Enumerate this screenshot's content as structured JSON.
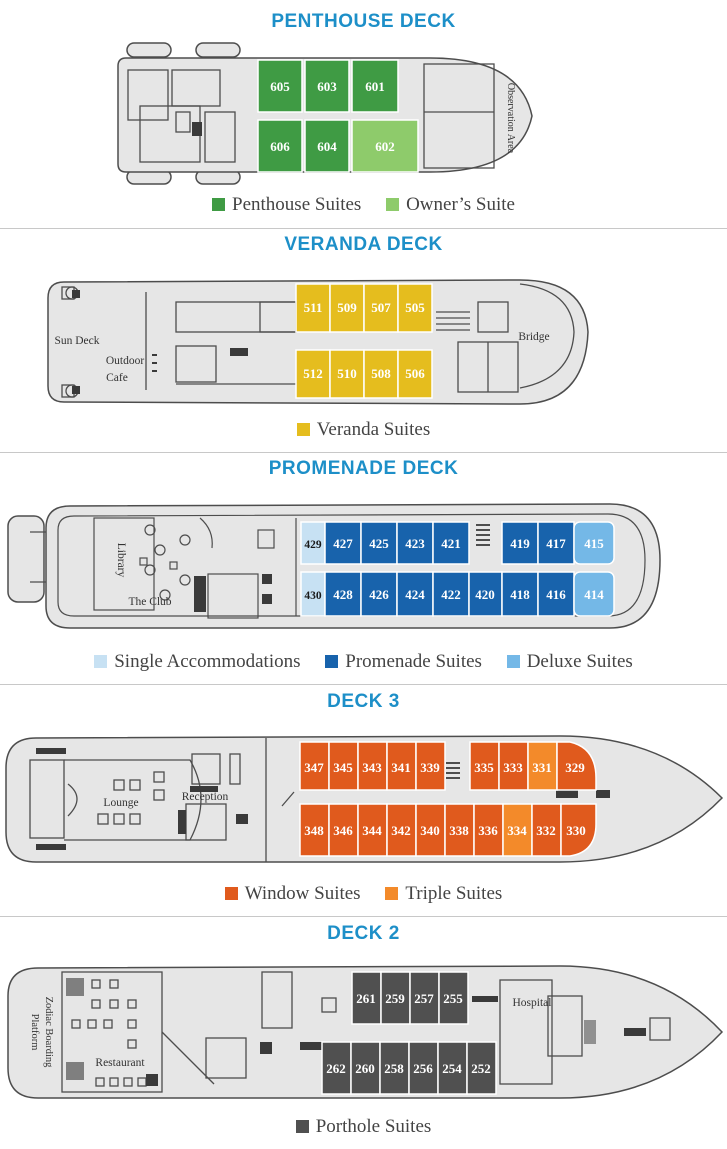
{
  "colors": {
    "title": "#1d8fc8",
    "penthouse": "#3f9b44",
    "owner": "#8ecb6b",
    "veranda": "#e5bd1e",
    "single": "#c7e1f3",
    "promenade": "#1863ac",
    "deluxe": "#74b8e7",
    "window": "#e05a1d",
    "triple": "#f38a2a",
    "porthole": "#505050",
    "hull": "#e6e6e6",
    "line": "#4d4d4d"
  },
  "decks": [
    {
      "title": "PENTHOUSE DECK",
      "rooms": [
        "Observation Area"
      ],
      "cabins": [
        {
          "num": "605",
          "type": "penthouse"
        },
        {
          "num": "603",
          "type": "penthouse"
        },
        {
          "num": "601",
          "type": "penthouse"
        },
        {
          "num": "606",
          "type": "penthouse"
        },
        {
          "num": "604",
          "type": "penthouse"
        },
        {
          "num": "602",
          "type": "owner"
        }
      ],
      "legend": [
        {
          "label": "Penthouse Suites",
          "type": "penthouse"
        },
        {
          "label": "Owner’s Suite",
          "type": "owner"
        }
      ]
    },
    {
      "title": "VERANDA DECK",
      "rooms": [
        "Sun Deck",
        "Outdoor",
        "Cafe",
        "Bridge"
      ],
      "cabins": [
        {
          "num": "511",
          "type": "veranda"
        },
        {
          "num": "509",
          "type": "veranda"
        },
        {
          "num": "507",
          "type": "veranda"
        },
        {
          "num": "505",
          "type": "veranda"
        },
        {
          "num": "512",
          "type": "veranda"
        },
        {
          "num": "510",
          "type": "veranda"
        },
        {
          "num": "508",
          "type": "veranda"
        },
        {
          "num": "506",
          "type": "veranda"
        }
      ],
      "legend": [
        {
          "label": "Veranda Suites",
          "type": "veranda"
        }
      ]
    },
    {
      "title": "PROMENADE DECK",
      "rooms": [
        "Library",
        "The Club"
      ],
      "cabins": [
        {
          "num": "429",
          "type": "single"
        },
        {
          "num": "427",
          "type": "promenade"
        },
        {
          "num": "425",
          "type": "promenade"
        },
        {
          "num": "423",
          "type": "promenade"
        },
        {
          "num": "421",
          "type": "promenade"
        },
        {
          "num": "419",
          "type": "promenade"
        },
        {
          "num": "417",
          "type": "promenade"
        },
        {
          "num": "415",
          "type": "deluxe"
        },
        {
          "num": "430",
          "type": "single"
        },
        {
          "num": "428",
          "type": "promenade"
        },
        {
          "num": "426",
          "type": "promenade"
        },
        {
          "num": "424",
          "type": "promenade"
        },
        {
          "num": "422",
          "type": "promenade"
        },
        {
          "num": "420",
          "type": "promenade"
        },
        {
          "num": "418",
          "type": "promenade"
        },
        {
          "num": "416",
          "type": "promenade"
        },
        {
          "num": "414",
          "type": "deluxe"
        }
      ],
      "legend": [
        {
          "label": "Single Accommodations",
          "type": "single"
        },
        {
          "label": "Promenade Suites",
          "type": "promenade"
        },
        {
          "label": "Deluxe Suites",
          "type": "deluxe"
        }
      ]
    },
    {
      "title": "DECK 3",
      "rooms": [
        "Lounge",
        "Reception"
      ],
      "cabins": [
        {
          "num": "347",
          "type": "window"
        },
        {
          "num": "345",
          "type": "window"
        },
        {
          "num": "343",
          "type": "window"
        },
        {
          "num": "341",
          "type": "window"
        },
        {
          "num": "339",
          "type": "window"
        },
        {
          "num": "335",
          "type": "window"
        },
        {
          "num": "333",
          "type": "window"
        },
        {
          "num": "331",
          "type": "triple"
        },
        {
          "num": "329",
          "type": "window"
        },
        {
          "num": "348",
          "type": "window"
        },
        {
          "num": "346",
          "type": "window"
        },
        {
          "num": "344",
          "type": "window"
        },
        {
          "num": "342",
          "type": "window"
        },
        {
          "num": "340",
          "type": "window"
        },
        {
          "num": "338",
          "type": "window"
        },
        {
          "num": "336",
          "type": "window"
        },
        {
          "num": "334",
          "type": "triple"
        },
        {
          "num": "332",
          "type": "window"
        },
        {
          "num": "330",
          "type": "window"
        }
      ],
      "legend": [
        {
          "label": "Window Suites",
          "type": "window"
        },
        {
          "label": "Triple Suites",
          "type": "triple"
        }
      ]
    },
    {
      "title": "DECK 2",
      "rooms": [
        "Zodiac Boarding",
        "Platform",
        "Restaurant",
        "Hospital"
      ],
      "cabins": [
        {
          "num": "261",
          "type": "porthole"
        },
        {
          "num": "259",
          "type": "porthole"
        },
        {
          "num": "257",
          "type": "porthole"
        },
        {
          "num": "255",
          "type": "porthole"
        },
        {
          "num": "262",
          "type": "porthole"
        },
        {
          "num": "260",
          "type": "porthole"
        },
        {
          "num": "258",
          "type": "porthole"
        },
        {
          "num": "256",
          "type": "porthole"
        },
        {
          "num": "254",
          "type": "porthole"
        },
        {
          "num": "252",
          "type": "porthole"
        }
      ],
      "legend": [
        {
          "label": "Porthole Suites",
          "type": "porthole"
        }
      ]
    }
  ]
}
